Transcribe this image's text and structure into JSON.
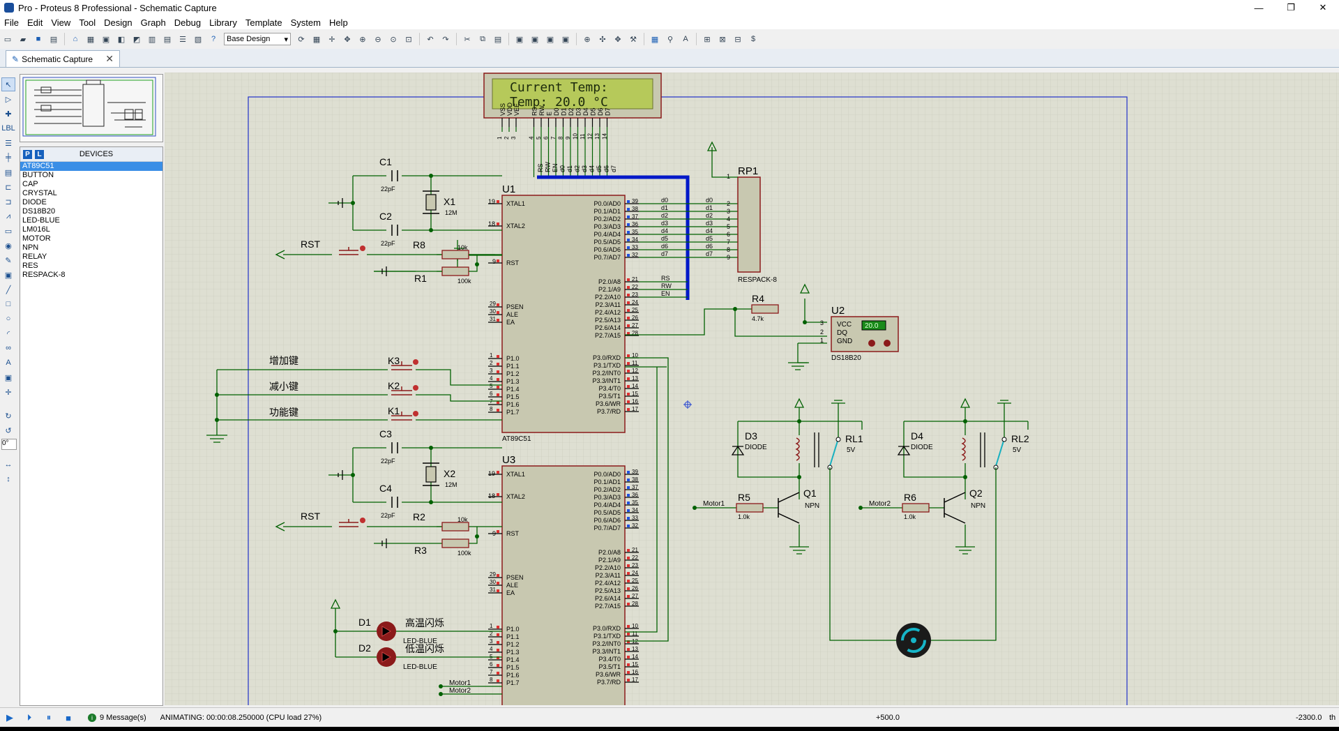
{
  "window": {
    "title": "Pro - Proteus 8 Professional - Schematic Capture",
    "minimize": "—",
    "maximize": "❐",
    "close": "✕"
  },
  "menu": [
    "File",
    "Edit",
    "View",
    "Tool",
    "Design",
    "Graph",
    "Debug",
    "Library",
    "Template",
    "System",
    "Help"
  ],
  "toolbar": {
    "design_variant": "Base Design"
  },
  "tab": {
    "label": "Schematic Capture"
  },
  "left_tools": {
    "angle": "0°"
  },
  "devices": {
    "p_button": "P",
    "l_button": "L",
    "title": "DEVICES",
    "items": [
      "AT89C51",
      "BUTTON",
      "CAP",
      "CRYSTAL",
      "DIODE",
      "DS18B20",
      "LED-BLUE",
      "LM016L",
      "MOTOR",
      "NPN",
      "RELAY",
      "RES",
      "RESPACK-8"
    ],
    "selected_index": 0
  },
  "lcd": {
    "line1": "Current Temp:",
    "line2": "Temp: 20.0  °C",
    "pins": [
      "VSS",
      "VDD",
      "VEE",
      "RS",
      "RW",
      "E",
      "D0",
      "D1",
      "D2",
      "D3",
      "D4",
      "D5",
      "D6",
      "D7"
    ],
    "pin_numbers": [
      "1",
      "2",
      "3",
      "4",
      "5",
      "6",
      "7",
      "8",
      "9",
      "10",
      "11",
      "12",
      "13",
      "14"
    ],
    "net_labels": [
      "RS",
      "RW",
      "EN",
      "d0",
      "d1",
      "d2",
      "d3",
      "d4",
      "d5",
      "d6",
      "d7"
    ]
  },
  "u1": {
    "ref": "U1",
    "part": "AT89C51",
    "left_pins": [
      {
        "num": "19",
        "name": "XTAL1"
      },
      {
        "num": "18",
        "name": "XTAL2"
      },
      {
        "num": "9",
        "name": "RST"
      },
      {
        "num": "29",
        "name": "PSEN"
      },
      {
        "num": "30",
        "name": "ALE"
      },
      {
        "num": "31",
        "name": "EA"
      },
      {
        "num": "1",
        "name": "P1.0"
      },
      {
        "num": "2",
        "name": "P1.1"
      },
      {
        "num": "3",
        "name": "P1.2"
      },
      {
        "num": "4",
        "name": "P1.3"
      },
      {
        "num": "5",
        "name": "P1.4"
      },
      {
        "num": "6",
        "name": "P1.5"
      },
      {
        "num": "7",
        "name": "P1.6"
      },
      {
        "num": "8",
        "name": "P1.7"
      }
    ],
    "right_pins": [
      {
        "num": "39",
        "name": "P0.0/AD0"
      },
      {
        "num": "38",
        "name": "P0.1/AD1"
      },
      {
        "num": "37",
        "name": "P0.2/AD2"
      },
      {
        "num": "36",
        "name": "P0.3/AD3"
      },
      {
        "num": "35",
        "name": "P0.4/AD4"
      },
      {
        "num": "34",
        "name": "P0.5/AD5"
      },
      {
        "num": "33",
        "name": "P0.6/AD6"
      },
      {
        "num": "32",
        "name": "P0.7/AD7"
      },
      {
        "num": "21",
        "name": "P2.0/A8"
      },
      {
        "num": "22",
        "name": "P2.1/A9"
      },
      {
        "num": "23",
        "name": "P2.2/A10"
      },
      {
        "num": "24",
        "name": "P2.3/A11"
      },
      {
        "num": "25",
        "name": "P2.4/A12"
      },
      {
        "num": "26",
        "name": "P2.5/A13"
      },
      {
        "num": "27",
        "name": "P2.6/A14"
      },
      {
        "num": "28",
        "name": "P2.7/A15"
      },
      {
        "num": "10",
        "name": "P3.0/RXD"
      },
      {
        "num": "11",
        "name": "P3.1/TXD"
      },
      {
        "num": "12",
        "name": "P3.2/INT0"
      },
      {
        "num": "13",
        "name": "P3.3/INT1"
      },
      {
        "num": "14",
        "name": "P3.4/T0"
      },
      {
        "num": "15",
        "name": "P3.5/T1"
      },
      {
        "num": "16",
        "name": "P3.6/WR"
      },
      {
        "num": "17",
        "name": "P3.7/RD"
      }
    ],
    "net_labels_p0": [
      "d0",
      "d1",
      "d2",
      "d3",
      "d4",
      "d5",
      "d6",
      "d7"
    ],
    "net_labels_p2": [
      "RS",
      "RW",
      "EN"
    ]
  },
  "u3": {
    "ref": "U3",
    "motor_labels": [
      "Motor1",
      "Motor2"
    ]
  },
  "components": {
    "c1": {
      "ref": "C1",
      "value": "22pF"
    },
    "c2": {
      "ref": "C2",
      "value": "22pF"
    },
    "c3": {
      "ref": "C3",
      "value": "22pF"
    },
    "c4": {
      "ref": "C4",
      "value": "22pF"
    },
    "x1": {
      "ref": "X1",
      "value": "12M"
    },
    "x2": {
      "ref": "X2",
      "value": "12M"
    },
    "r8": {
      "ref": "R8",
      "value": "10k"
    },
    "r1": {
      "ref": "R1",
      "value": "100k"
    },
    "r2": {
      "ref": "R2",
      "value": "10k"
    },
    "r3": {
      "ref": "R3",
      "value": "100k"
    },
    "rst1": {
      "label": "RST"
    },
    "rst2": {
      "label": "RST"
    },
    "k3": {
      "ref": "K3",
      "label": "增加键"
    },
    "k2": {
      "ref": "K2",
      "label": "减小键"
    },
    "k1": {
      "ref": "K1",
      "label": "功能键"
    },
    "rp1": {
      "ref": "RP1",
      "part": "RESPACK-8",
      "pins": [
        "1",
        "2",
        "3",
        "4",
        "5",
        "6",
        "7",
        "8",
        "9"
      ]
    },
    "r4": {
      "ref": "R4",
      "value": "4.7k"
    },
    "u2": {
      "ref": "U2",
      "part": "DS18B20",
      "pins": [
        "VCC",
        "DQ",
        "GND"
      ],
      "pin_numbers": [
        "3",
        "2",
        "1"
      ],
      "reading": "20.0"
    },
    "d1": {
      "ref": "D1",
      "part": "LED-BLUE",
      "label": "高温闪烁"
    },
    "d2": {
      "ref": "D2",
      "part": "LED-BLUE",
      "label": "低温闪烁"
    },
    "d3": {
      "ref": "D3",
      "part": "DIODE"
    },
    "d4": {
      "ref": "D4",
      "part": "DIODE"
    },
    "rl1": {
      "ref": "RL1",
      "value": "5V"
    },
    "rl2": {
      "ref": "RL2",
      "value": "5V"
    },
    "r5": {
      "ref": "R5",
      "value": "1.0k",
      "net": "Motor1"
    },
    "r6": {
      "ref": "R6",
      "value": "1.0k",
      "net": "Motor2"
    },
    "q1": {
      "ref": "Q1",
      "part": "NPN"
    },
    "q2": {
      "ref": "Q2",
      "part": "NPN"
    }
  },
  "status": {
    "messages": "9 Message(s)",
    "msg_icon": "i",
    "animating": "ANIMATING: 00:00:08.250000 (CPU load 27%)",
    "x": "+500.0",
    "y": "-2300.0",
    "unit": "th"
  },
  "colors": {
    "canvas": "#dedfd2",
    "wire": "#006000",
    "component": "#8b1a1a",
    "body": "#c8c8b0",
    "bus": "#0018c8",
    "lcd": "#b6c95a"
  }
}
